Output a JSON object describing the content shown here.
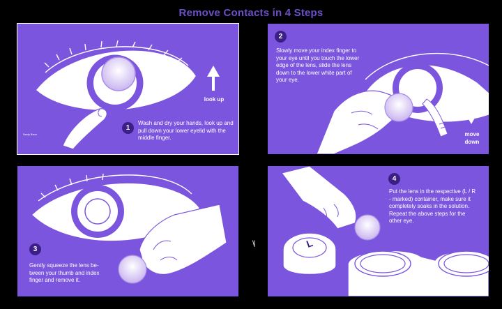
{
  "title": "Remove Contacts in 4 Steps",
  "steps": [
    {
      "number": "1",
      "text": "Wash and dry your hands, look up and pull down your lower eyelid with the middle finger.",
      "arrow_label": "look up",
      "watermark": "Sandy Baron"
    },
    {
      "number": "2",
      "text": "Slowly move your index finger to your eye until you touch the lower edge of the lens, slide the lens down to the lower white part of your eye.",
      "arrow_label_1": "move",
      "arrow_label_2": "down"
    },
    {
      "number": "3",
      "text": "Gently squeeze the lens be- tween your thumb and index finger and remove it."
    },
    {
      "number": "4",
      "text": "Put the lens in the respective (L / R - marked) container, make sure it completely soaks in the solution. Repeat the above steps for the other eye.",
      "case_letter": "L"
    }
  ],
  "margin_mark": "\\|",
  "colors": {
    "panel": "#7b55dd",
    "title": "#6a4fc9",
    "badge": "#3b1f86",
    "line": "#ffffff"
  }
}
